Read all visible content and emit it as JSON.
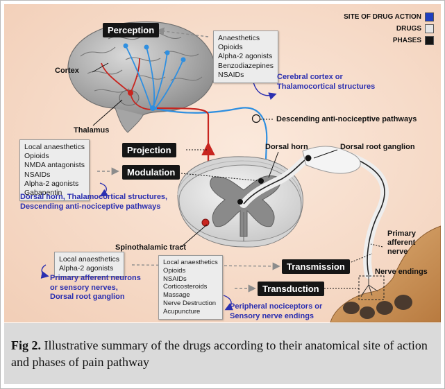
{
  "legend": {
    "items": [
      {
        "label": "SITE OF DRUG ACTION",
        "color": "#1f3fbf"
      },
      {
        "label": "DRUGS",
        "color": "#e6e6e6"
      },
      {
        "label": "PHASES",
        "color": "#151515"
      }
    ]
  },
  "phases": {
    "perception": "Perception",
    "projection": "Projection",
    "modulation": "Modulation",
    "transmission": "Transmission",
    "transduction": "Transduction"
  },
  "drugs": {
    "perception": [
      "Anaesthetics",
      "Opioids",
      "Alpha-2 agonists",
      "Benzodiazepines",
      "NSAIDs"
    ],
    "modulation": [
      "Local anaesthetics",
      "Opioids",
      "NMDA antagonists",
      "NSAIDs",
      "Alpha-2 agonists",
      "Gabapentin"
    ],
    "transmission": [
      "Local anaesthetics",
      "Alpha-2 agonists"
    ],
    "transduction": [
      "Local anaesthetics",
      "Opioids",
      "NSAIDs",
      "Corticosteroids",
      "Massage",
      "Nerve Destruction",
      "Acupuncture"
    ]
  },
  "sites": {
    "perception": [
      "Cerebral cortex or",
      "Thalamocortical structures"
    ],
    "modulation": [
      "Dorsal horn, Thalamocortical structures,",
      "Descending anti-nociceptive pathways"
    ],
    "transmission": [
      "Primary afferent neurons",
      "or sensory nerves,",
      "Dorsal root ganglion"
    ],
    "transduction": [
      "Peripheral nociceptors or",
      "Sensory nerve endings"
    ]
  },
  "anatomy": {
    "cortex": "Cortex",
    "thalamus": "Thalamus",
    "descending": "Descending anti-nociceptive pathways",
    "dorsal_horn": "Dorsal horn",
    "drg": "Dorsal root ganglion",
    "spinothalamic": "Spinothalamic tract",
    "primary_afferent": [
      "Primary",
      "afferent",
      "nerve"
    ],
    "nerve_endings": "Nerve endings"
  },
  "caption": {
    "label": "Fig 2.",
    "text": " Illustrative summary of the drugs according to their anatomical site of action and phases of pain pathway"
  }
}
